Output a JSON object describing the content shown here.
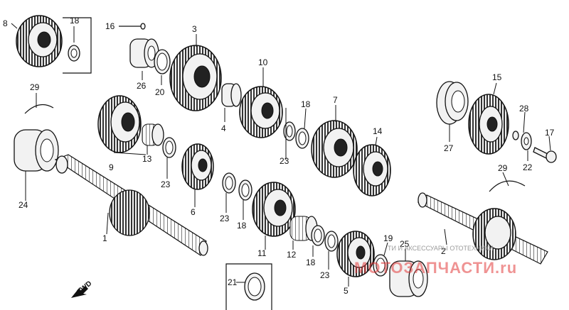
{
  "labels": {
    "p1": "1",
    "p2": "2",
    "p3": "3",
    "p4": "4",
    "p5": "5",
    "p6": "6",
    "p7": "7",
    "p8": "8",
    "p9": "9",
    "p10": "10",
    "p11": "11",
    "p12": "12",
    "p13": "13",
    "p14": "14",
    "p15": "15",
    "p16": "16",
    "p17": "17",
    "p18a": "18",
    "p18b": "18",
    "p18c": "18",
    "p18d": "18",
    "p19": "19",
    "p20": "20",
    "p21": "21",
    "p22": "22",
    "p23a": "23",
    "p23b": "23",
    "p23c": "23",
    "p23d": "23",
    "p24": "24",
    "p25": "25",
    "p26": "26",
    "p27": "27",
    "p28": "28",
    "p29a": "29",
    "p29b": "29"
  },
  "fwd_label": "FWD",
  "watermark": {
    "text": "ТИ И АКСЕССУАРЫ   ОТОТЕХНИКИ",
    "logo": "МОТОЗАПЧАСТИ.ru"
  }
}
